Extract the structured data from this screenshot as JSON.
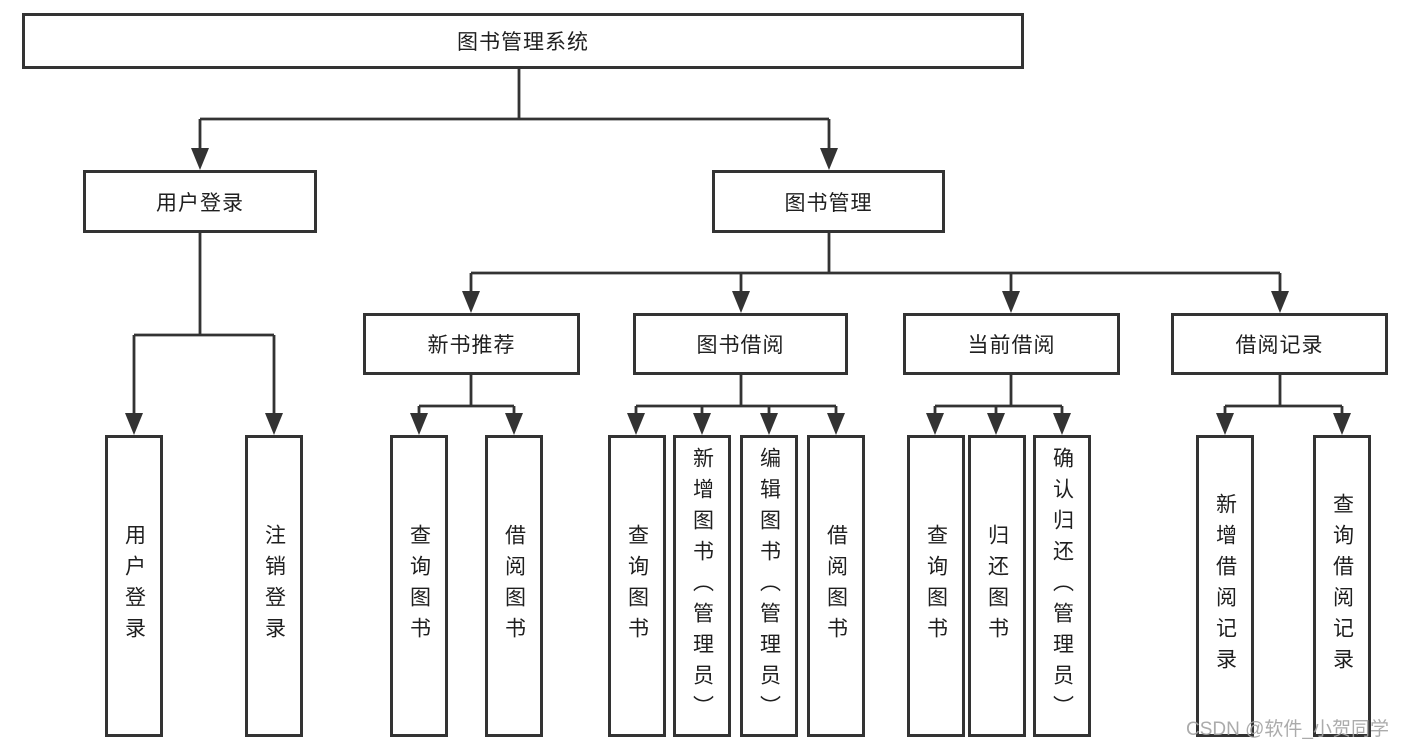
{
  "diagram": {
    "title": "图书管理系统",
    "watermark": "CSDN @软件_小贺同学",
    "nodes": {
      "root": "图书管理系统",
      "user_login": "用户登录",
      "book_management": "图书管理",
      "new_book_recommend": "新书推荐",
      "book_borrow": "图书借阅",
      "current_borrow": "当前借阅",
      "borrow_records": "借阅记录",
      "leaf_user_login": "用户登录",
      "leaf_logout": "注销登录",
      "leaf_query_book_recommend": "查询图书",
      "leaf_borrow_book_recommend": "借阅图书",
      "leaf_query_book_borrow": "查询图书",
      "leaf_add_book_admin": "新增图书（管理员）",
      "leaf_edit_book_admin": "编辑图书（管理员）",
      "leaf_borrow_book_borrow": "借阅图书",
      "leaf_query_book_current": "查询图书",
      "leaf_return_book": "归还图书",
      "leaf_confirm_return_admin": "确认归还（管理员）",
      "leaf_add_borrow_record": "新增借阅记录",
      "leaf_query_borrow_record": "查询借阅记录"
    },
    "structure": {
      "图书管理系统": {
        "用户登录": [
          "用户登录",
          "注销登录"
        ],
        "图书管理": {
          "新书推荐": [
            "查询图书",
            "借阅图书"
          ],
          "图书借阅": [
            "查询图书",
            "新增图书（管理员）",
            "编辑图书（管理员）",
            "借阅图书"
          ],
          "当前借阅": [
            "查询图书",
            "归还图书",
            "确认归还（管理员）"
          ],
          "借阅记录": [
            "新增借阅记录",
            "查询借阅记录"
          ]
        }
      }
    },
    "colors": {
      "line": "#333333",
      "text": "#1f1f1f",
      "watermark": "#a3a3a3",
      "background": "#ffffff"
    }
  }
}
